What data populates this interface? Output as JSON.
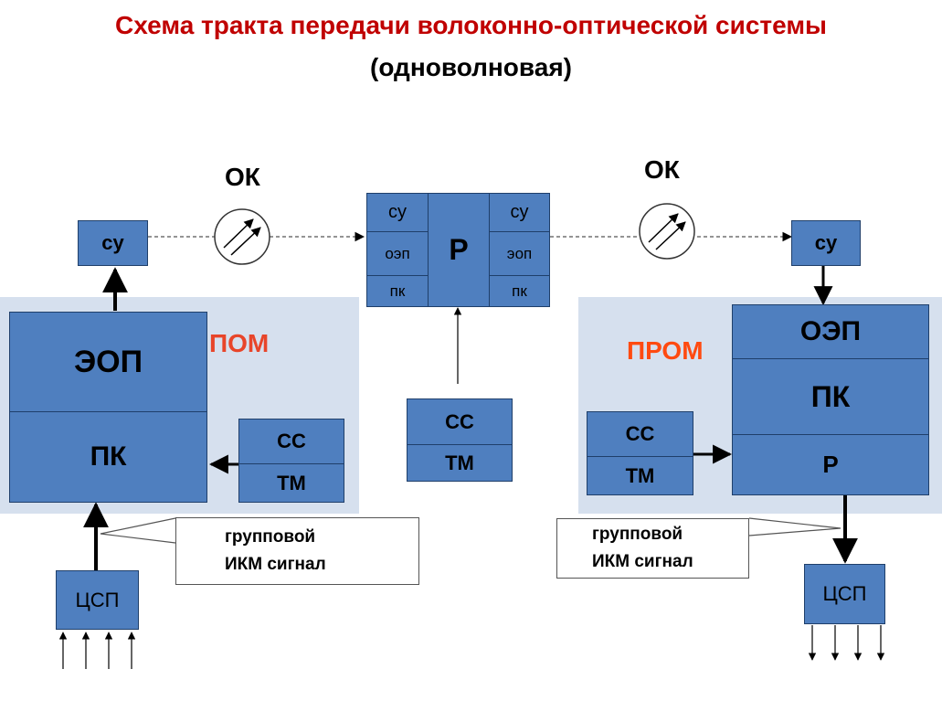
{
  "title": {
    "line1": "Схема тракта передачи волоконно-оптической системы",
    "line2": "(одноволновая)"
  },
  "labels": {
    "ok_left": "ОК",
    "ok_right": "ОК",
    "pom": "ПОМ",
    "prom": "ПРОМ"
  },
  "left": {
    "su": "су",
    "eop": "ЭОП",
    "pk": "ПК",
    "ss": "СС",
    "tm": "ТМ",
    "csp": "ЦСП",
    "callout_line1": "групповой",
    "callout_line2": "ИКМ сигнал"
  },
  "repeater": {
    "su_left": "су",
    "oep": "оэп",
    "pk_left": "пк",
    "r": "Р",
    "su_right": "су",
    "eop": "эоп",
    "pk_right": "пк",
    "ss": "СС",
    "tm": "ТМ"
  },
  "right": {
    "su": "су",
    "oep": "ОЭП",
    "pk": "ПК",
    "r": "Р",
    "ss": "СС",
    "tm": "ТМ",
    "csp": "ЦСП",
    "callout_line1": "групповой",
    "callout_line2": "ИКМ сигнал"
  },
  "colors": {
    "block": "#4f7fbf",
    "region": "#d6e0ee",
    "title": "#c00000",
    "module_label": "#e8452a"
  }
}
